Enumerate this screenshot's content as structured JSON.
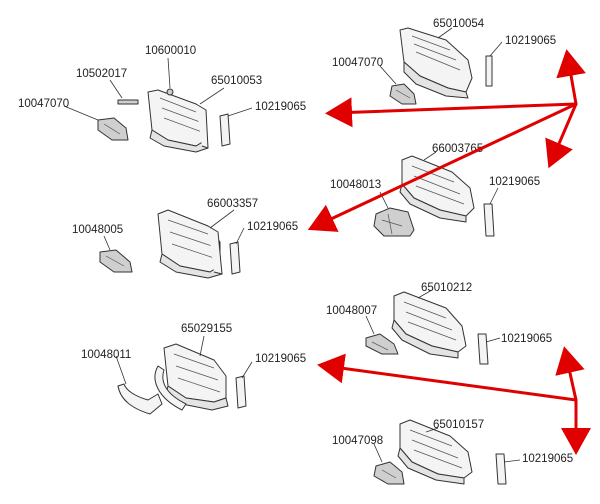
{
  "diagram": {
    "labels": {
      "g1_wing": "65010054",
      "g1_tip": "10047070",
      "g1_shim": "10219065",
      "g2_bolt": "10502017",
      "g2_nut": "10600010",
      "g2_wing": "65010053",
      "g2_tip": "10047070",
      "g2_shim": "10219065",
      "g3_wing": "66003765",
      "g3_tip": "10048013",
      "g3_shim": "10219065",
      "g4_wing": "66003357",
      "g4_tip": "10048005",
      "g4_shim": "10219065",
      "g5_wing": "65010212",
      "g5_tip": "10048007",
      "g5_shim": "10219065",
      "g6_wing": "65029155",
      "g6_tip": "10048011",
      "g6_shim": "10219065",
      "g7_wing": "65010157",
      "g7_tip": "10047098",
      "g7_shim": "10219065"
    },
    "arrow_color": "#e00000"
  }
}
